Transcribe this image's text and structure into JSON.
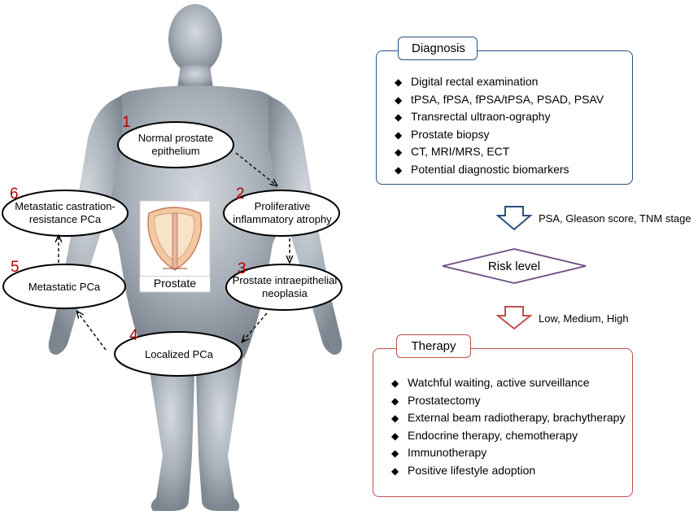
{
  "cycle": {
    "nodes": [
      {
        "number": "1",
        "label": "Normal prostate epithelium"
      },
      {
        "number": "2",
        "label": "Proliferative inflammatory atrophy"
      },
      {
        "number": "3",
        "label": "Prostate intraepithelial neoplasia"
      },
      {
        "number": "4",
        "label": "Localized PCa"
      },
      {
        "number": "5",
        "label": "Metastatic PCa"
      },
      {
        "number": "6",
        "label": "Metastatic castration-resistance PCa"
      }
    ],
    "prostate_label": "Prostate"
  },
  "diagnosis": {
    "title": "Diagnosis",
    "items": [
      "Digital rectal examination",
      "tPSA, fPSA, fPSA/tPSA, PSAD, PSAV",
      "Transrectal ultraon-ography",
      "Prostate biopsy",
      "CT, MRI/MRS, ECT",
      "Potential diagnostic biomarkers"
    ]
  },
  "flow": {
    "arrow1_label": "PSA, Gleason score, TNM stage",
    "risk_label": "Risk level",
    "arrow2_label": "Low, Medium, High"
  },
  "therapy": {
    "title": "Therapy",
    "items": [
      "Watchful waiting, active surveillance",
      "Prostatectomy",
      "External beam radiotherapy, brachytherapy",
      "Endocrine therapy, chemotherapy",
      "Immunotherapy",
      "Positive lifestyle adoption"
    ]
  },
  "colors": {
    "body": "#9aa3ad",
    "diagnosis": "#2b4f7e",
    "therapy": "#c0504d",
    "risk": "#6b4c84",
    "number": "#b40000"
  }
}
